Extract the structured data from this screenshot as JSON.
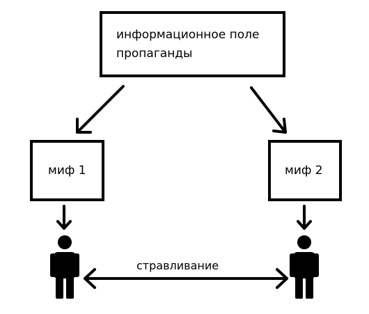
{
  "diagram": {
    "top_box": {
      "line1": "информационное поле",
      "line2": "пропаганды"
    },
    "myth_left": {
      "label": "миф 1"
    },
    "myth_right": {
      "label": "миф 2"
    },
    "connector_label": "стравливание"
  },
  "colors": {
    "stroke": "#000000",
    "background": "#ffffff"
  }
}
